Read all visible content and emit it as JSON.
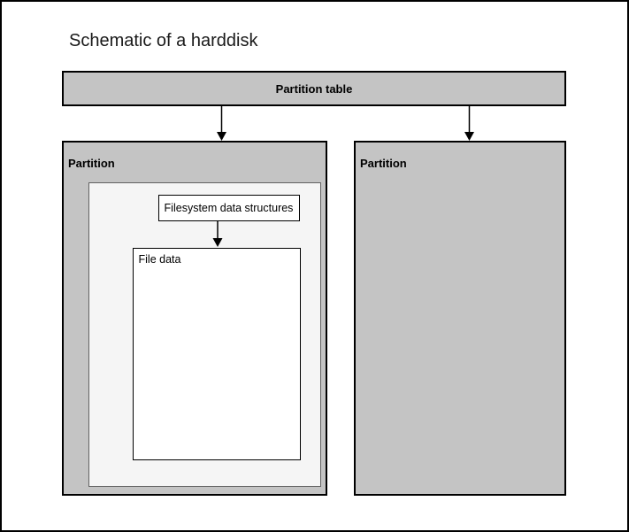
{
  "page": {
    "title": "Schematic of a harddisk"
  },
  "diagram": {
    "partition_table": {
      "label": "Partition table"
    },
    "partitions": [
      {
        "label": "Partition"
      },
      {
        "label": "Partition"
      }
    ],
    "filesystem_box": {
      "label": "Filesystem data structures"
    },
    "file_data_box": {
      "label": "File data"
    }
  },
  "colors": {
    "canvas_background": "#ffffff",
    "canvas_border": "#000000",
    "partition_fill": "#c4c4c4",
    "partition_border": "#000000",
    "filesystem_area_fill": "#f5f5f5",
    "filesystem_area_border": "#616161",
    "white_box_fill": "#ffffff",
    "white_box_border": "#000000",
    "arrow_color": "#000000",
    "title_text": "#1a1a1a",
    "label_text": "#000000"
  }
}
